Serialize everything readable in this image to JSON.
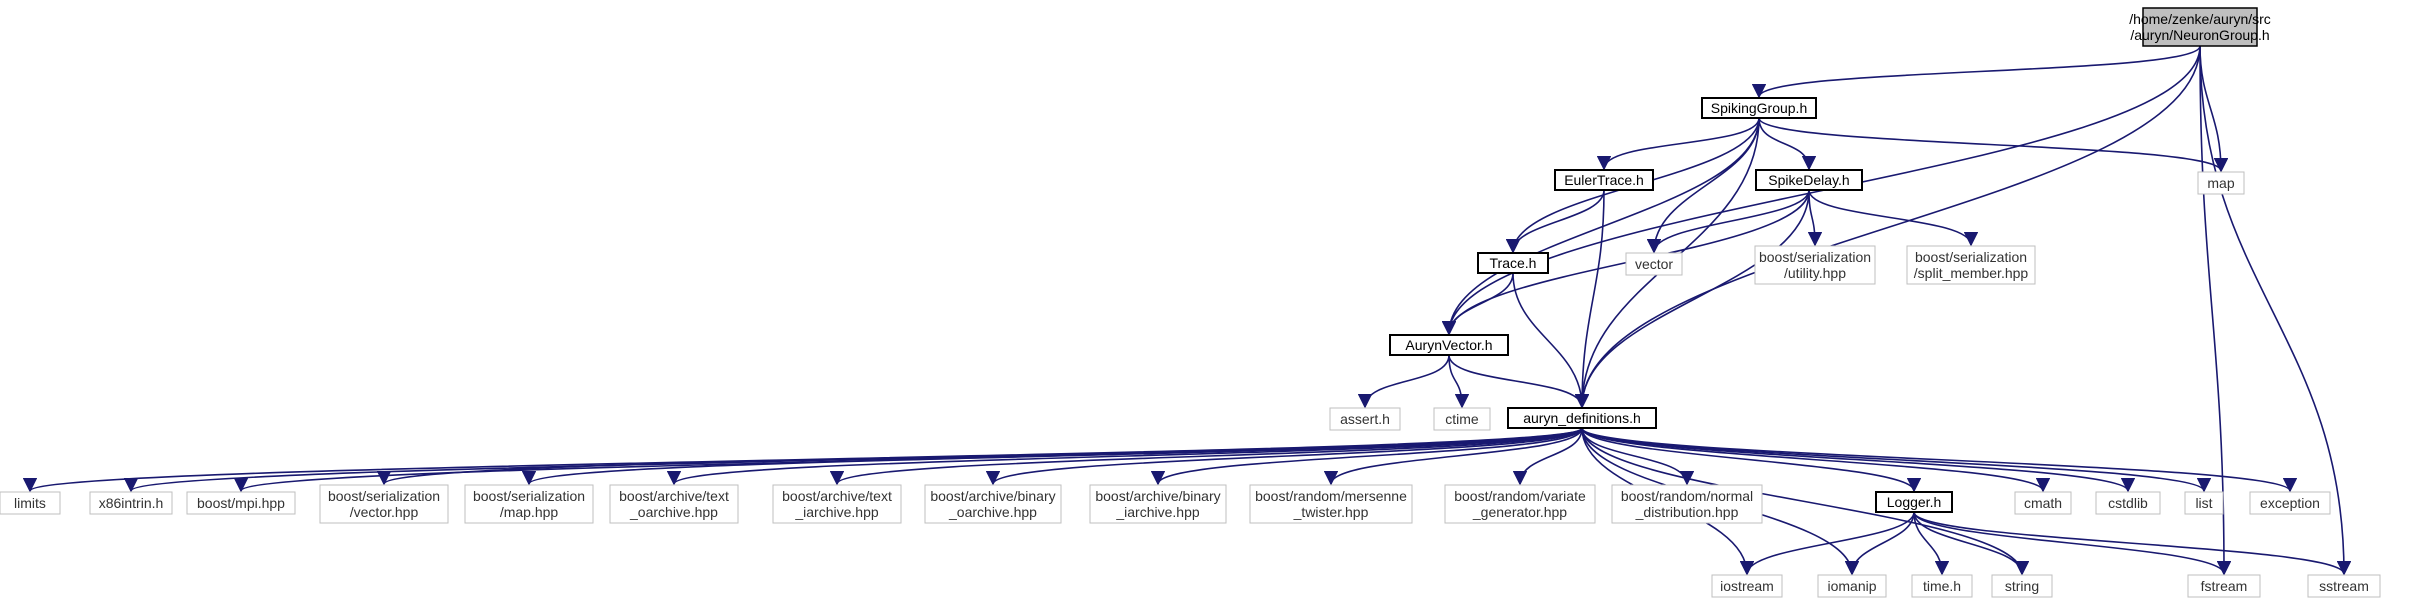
{
  "diagram": {
    "edge_color": "#191970",
    "nodes": [
      {
        "id": "neurongroup",
        "kind": "root",
        "lines": [
          "/home/zenke/auryn/src",
          "/auryn/NeuronGroup.h"
        ]
      },
      {
        "id": "spikinggroup",
        "kind": "file",
        "lines": [
          "SpikingGroup.h"
        ]
      },
      {
        "id": "map",
        "kind": "sys",
        "lines": [
          "map"
        ]
      },
      {
        "id": "eulertrace",
        "kind": "file",
        "lines": [
          "EulerTrace.h"
        ]
      },
      {
        "id": "spikedelay",
        "kind": "file",
        "lines": [
          "SpikeDelay.h"
        ]
      },
      {
        "id": "trace",
        "kind": "file",
        "lines": [
          "Trace.h"
        ]
      },
      {
        "id": "vector",
        "kind": "sys",
        "lines": [
          "vector"
        ]
      },
      {
        "id": "bs_utility",
        "kind": "sys",
        "lines": [
          "boost/serialization",
          "/utility.hpp"
        ]
      },
      {
        "id": "bs_split",
        "kind": "sys",
        "lines": [
          "boost/serialization",
          "/split_member.hpp"
        ]
      },
      {
        "id": "aurynvector",
        "kind": "file",
        "lines": [
          "AurynVector.h"
        ]
      },
      {
        "id": "assert",
        "kind": "sys",
        "lines": [
          "assert.h"
        ]
      },
      {
        "id": "ctime",
        "kind": "sys",
        "lines": [
          "ctime"
        ]
      },
      {
        "id": "defs",
        "kind": "file",
        "lines": [
          "auryn_definitions.h"
        ]
      },
      {
        "id": "limits",
        "kind": "sys",
        "lines": [
          "limits"
        ]
      },
      {
        "id": "x86",
        "kind": "sys",
        "lines": [
          "x86intrin.h"
        ]
      },
      {
        "id": "mpi",
        "kind": "sys",
        "lines": [
          "boost/mpi.hpp"
        ]
      },
      {
        "id": "bs_vector",
        "kind": "sys",
        "lines": [
          "boost/serialization",
          "/vector.hpp"
        ]
      },
      {
        "id": "bs_map",
        "kind": "sys",
        "lines": [
          "boost/serialization",
          "/map.hpp"
        ]
      },
      {
        "id": "ba_toa",
        "kind": "sys",
        "lines": [
          "boost/archive/text",
          "_oarchive.hpp"
        ]
      },
      {
        "id": "ba_tia",
        "kind": "sys",
        "lines": [
          "boost/archive/text",
          "_iarchive.hpp"
        ]
      },
      {
        "id": "ba_boa",
        "kind": "sys",
        "lines": [
          "boost/archive/binary",
          "_oarchive.hpp"
        ]
      },
      {
        "id": "ba_bia",
        "kind": "sys",
        "lines": [
          "boost/archive/binary",
          "_iarchive.hpp"
        ]
      },
      {
        "id": "br_mt",
        "kind": "sys",
        "lines": [
          "boost/random/mersenne",
          "_twister.hpp"
        ]
      },
      {
        "id": "br_vg",
        "kind": "sys",
        "lines": [
          "boost/random/variate",
          "_generator.hpp"
        ]
      },
      {
        "id": "br_nd",
        "kind": "sys",
        "lines": [
          "boost/random/normal",
          "_distribution.hpp"
        ]
      },
      {
        "id": "logger",
        "kind": "file",
        "lines": [
          "Logger.h"
        ]
      },
      {
        "id": "cmath",
        "kind": "sys",
        "lines": [
          "cmath"
        ]
      },
      {
        "id": "cstdlib",
        "kind": "sys",
        "lines": [
          "cstdlib"
        ]
      },
      {
        "id": "list",
        "kind": "sys",
        "lines": [
          "list"
        ]
      },
      {
        "id": "exception",
        "kind": "sys",
        "lines": [
          "exception"
        ]
      },
      {
        "id": "iostream",
        "kind": "sys",
        "lines": [
          "iostream"
        ]
      },
      {
        "id": "iomanip",
        "kind": "sys",
        "lines": [
          "iomanip"
        ]
      },
      {
        "id": "timeh",
        "kind": "sys",
        "lines": [
          "time.h"
        ]
      },
      {
        "id": "string",
        "kind": "sys",
        "lines": [
          "string"
        ]
      },
      {
        "id": "fstream",
        "kind": "sys",
        "lines": [
          "fstream"
        ]
      },
      {
        "id": "sstream",
        "kind": "sys",
        "lines": [
          "sstream"
        ]
      }
    ],
    "edges": [
      [
        "neurongroup",
        "spikinggroup"
      ],
      [
        "neurongroup",
        "aurynvector"
      ],
      [
        "neurongroup",
        "map"
      ],
      [
        "neurongroup",
        "defs"
      ],
      [
        "neurongroup",
        "fstream"
      ],
      [
        "neurongroup",
        "sstream"
      ],
      [
        "spikinggroup",
        "eulertrace"
      ],
      [
        "spikinggroup",
        "spikedelay"
      ],
      [
        "spikinggroup",
        "trace"
      ],
      [
        "spikinggroup",
        "aurynvector"
      ],
      [
        "spikinggroup",
        "vector"
      ],
      [
        "spikinggroup",
        "map"
      ],
      [
        "spikinggroup",
        "defs"
      ],
      [
        "eulertrace",
        "trace"
      ],
      [
        "eulertrace",
        "defs"
      ],
      [
        "spikedelay",
        "vector"
      ],
      [
        "spikedelay",
        "bs_utility"
      ],
      [
        "spikedelay",
        "bs_split"
      ],
      [
        "spikedelay",
        "aurynvector"
      ],
      [
        "spikedelay",
        "defs"
      ],
      [
        "trace",
        "aurynvector"
      ],
      [
        "trace",
        "defs"
      ],
      [
        "aurynvector",
        "assert"
      ],
      [
        "aurynvector",
        "ctime"
      ],
      [
        "aurynvector",
        "defs"
      ],
      [
        "defs",
        "limits"
      ],
      [
        "defs",
        "x86"
      ],
      [
        "defs",
        "mpi"
      ],
      [
        "defs",
        "bs_vector"
      ],
      [
        "defs",
        "bs_map"
      ],
      [
        "defs",
        "ba_toa"
      ],
      [
        "defs",
        "ba_tia"
      ],
      [
        "defs",
        "ba_boa"
      ],
      [
        "defs",
        "ba_bia"
      ],
      [
        "defs",
        "br_mt"
      ],
      [
        "defs",
        "br_vg"
      ],
      [
        "defs",
        "br_nd"
      ],
      [
        "defs",
        "logger"
      ],
      [
        "defs",
        "cmath"
      ],
      [
        "defs",
        "cstdlib"
      ],
      [
        "defs",
        "list"
      ],
      [
        "defs",
        "exception"
      ],
      [
        "defs",
        "iostream"
      ],
      [
        "defs",
        "iomanip"
      ],
      [
        "defs",
        "string"
      ],
      [
        "logger",
        "iostream"
      ],
      [
        "logger",
        "iomanip"
      ],
      [
        "logger",
        "timeh"
      ],
      [
        "logger",
        "string"
      ],
      [
        "logger",
        "fstream"
      ],
      [
        "logger",
        "sstream"
      ]
    ]
  }
}
